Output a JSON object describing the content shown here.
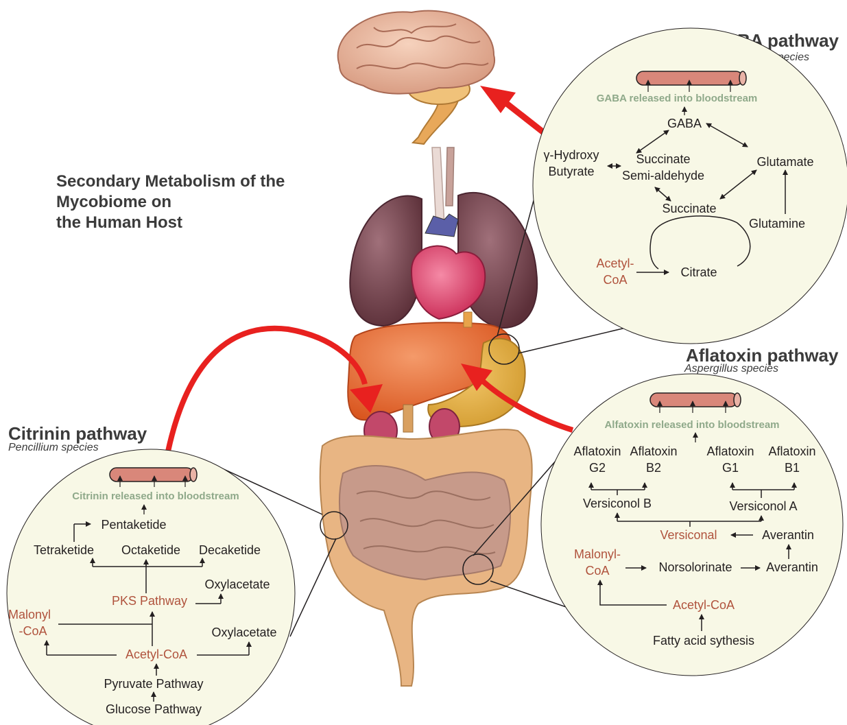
{
  "main_title": [
    "Secondary Metabolism of the",
    "Mycobiome on",
    "the Human Host"
  ],
  "gaba": {
    "title": "GABA pathway",
    "species": "Candida species",
    "release": "GABA released into bloodstream",
    "nodes": {
      "gaba": "GABA",
      "hydroxy1": "γ-Hydroxy",
      "hydroxy2": "Butyrate",
      "ssa1": "Succinate",
      "ssa2": "Semi-aldehyde",
      "glutamate": "Glutamate",
      "succinate": "Succinate",
      "glutamine": "Glutamine",
      "acetyl1": "Acetyl-",
      "acetyl2": "CoA",
      "citrate": "Citrate"
    }
  },
  "aflatoxin": {
    "title": "Aflatoxin pathway",
    "species": "Aspergillus species",
    "release": "Alfatoxin released into bloodstream",
    "nodes": {
      "g2a": "Aflatoxin",
      "g2b": "G2",
      "b2a": "Aflatoxin",
      "b2b": "B2",
      "g1a": "Aflatoxin",
      "g1b": "G1",
      "b1a": "Aflatoxin",
      "b1b": "B1",
      "versiconol_b": "Versiconol B",
      "versiconol_a": "Versiconol A",
      "versiconal": "Versiconal",
      "averantin_top": "Averantin",
      "malonyl1": "Malonyl-",
      "malonyl2": "CoA",
      "norsolorinate": "Norsolorinate",
      "averantin": "Averantin",
      "acetyl": "Acetyl-CoA",
      "fatty": "Fatty acid sythesis"
    }
  },
  "citrinin": {
    "title": "Citrinin pathway",
    "species": "Pencillium species",
    "release": "Citrinin released into bloodstream",
    "nodes": {
      "pentaketide": "Pentaketide",
      "tetraketide": "Tetraketide",
      "octaketide": "Octaketide",
      "decaketide": "Decaketide",
      "oxyl_top": "Oxylacetate",
      "pks": "PKS Pathway",
      "malonyl1": "Malonyl",
      "malonyl2": "-CoA",
      "oxyl_bottom": "Oxylacetate",
      "acetyl": "Acetyl-CoA",
      "pyruvate": "Pyruvate Pathway",
      "glucose": "Glucose Pathway"
    }
  },
  "colors": {
    "circle_fill": "#f8f8e6",
    "red_arrow": "#e8211f",
    "metabolite_red": "#b0533d",
    "release_green": "#8fa98a",
    "vessel": "#d9877a"
  }
}
